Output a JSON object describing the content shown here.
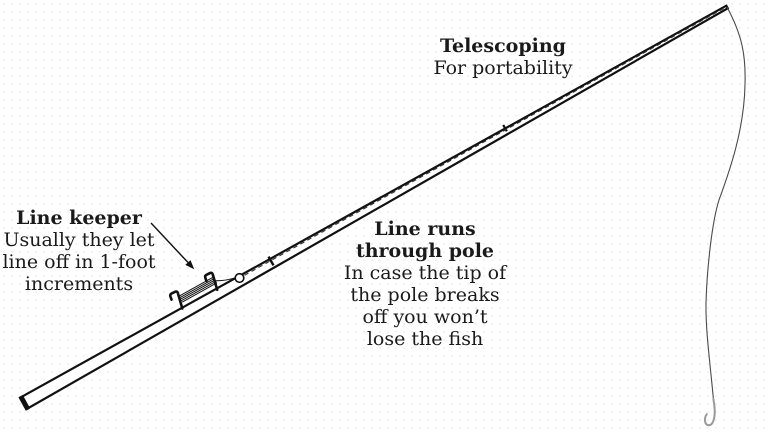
{
  "figure": {
    "background": "#ffffff",
    "ink_color": "#111111",
    "fishing_line_color": "#4a4a4a",
    "hook_color": "#9a9a9a"
  },
  "annotations": {
    "telescoping": {
      "heading": "Telescoping",
      "lines": [
        "For portability"
      ]
    },
    "line_keeper": {
      "heading": "Line keeper",
      "lines": [
        "Usually they let",
        "line off in 1-foot",
        "increments"
      ]
    },
    "line_through_pole": {
      "heading_lines": [
        "Line runs",
        "through pole"
      ],
      "lines": [
        "In case the tip of",
        "the pole breaks",
        "off you won’t",
        "lose the fish"
      ]
    }
  }
}
